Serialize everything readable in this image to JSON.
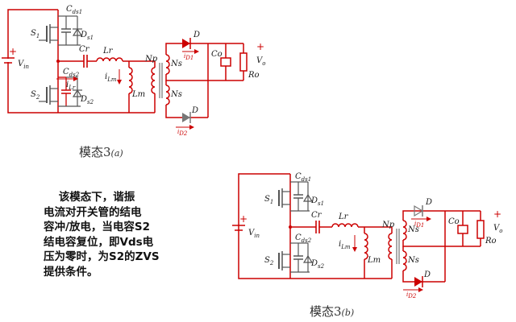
{
  "diagram_a": {
    "caption": "模态3",
    "caption_sub": "(a)",
    "labels": {
      "vin": "V",
      "vin_sub": "in",
      "s1": "S",
      "s1_sub": "1",
      "s2": "S",
      "s2_sub": "2",
      "cds1": "C",
      "cds1_sub": "ds1",
      "cds2": "C",
      "cds2_sub": "ds2",
      "ds1": "D",
      "ds1_sub": "s1",
      "ds2": "D",
      "ds2_sub": "s2",
      "cr": "Cr",
      "lr": "Lr",
      "ilr": "i",
      "ilr_sub": "Lr",
      "ilm": "i",
      "ilm_sub": "Lm",
      "lm": "Lm",
      "np": "Np",
      "ns1": "Ns",
      "ns2": "Ns",
      "d1": "D",
      "d2": "D",
      "id1": "i",
      "id1_sub": "D1",
      "id2": "i",
      "id2_sub": "D2",
      "co": "Co",
      "ro": "Ro",
      "vo": "V",
      "vo_sub": "o"
    }
  },
  "diagram_b": {
    "caption": "模态3",
    "caption_sub": "(b)",
    "labels": {
      "vin": "V",
      "vin_sub": "in",
      "s1": "S",
      "s1_sub": "1",
      "s2": "S",
      "s2_sub": "2",
      "cds1": "C",
      "cds1_sub": "ds1",
      "cds2": "C",
      "cds2_sub": "ds2",
      "ds1": "D",
      "ds1_sub": "s1",
      "ds2": "D",
      "ds2_sub": "s2",
      "cr": "Cr",
      "lr": "Lr",
      "ilm": "i",
      "ilm_sub": "Lm",
      "lm": "Lm",
      "np": "Np",
      "ns1": "Ns",
      "ns2": "Ns",
      "d1": "D",
      "d2": "D",
      "id1": "i",
      "id1_sub": "D1",
      "id2": "i",
      "id2_sub": "D2",
      "co": "Co",
      "ro": "Ro",
      "vo": "V",
      "vo_sub": "o"
    }
  },
  "description": {
    "lines": [
      "    该模态下，谐振",
      "电流对开关管的结电",
      "容冲/放电，当电容S2",
      "结电容复位，即Vds电",
      "压为零时，为S2的ZVS",
      "提供条件。"
    ]
  },
  "colors": {
    "wire": "#cc0000",
    "component": "#555555",
    "text": "#111111"
  }
}
